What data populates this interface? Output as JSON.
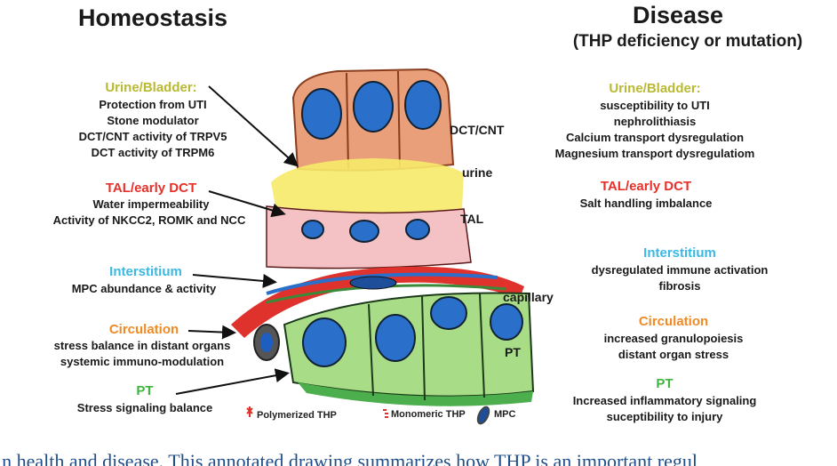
{
  "homeostasis": {
    "title": "Homeostasis",
    "sections": [
      {
        "header": "Urine/Bladder:",
        "color": "#b9b933",
        "lines": [
          "Protection from UTI",
          "Stone modulator",
          "DCT/CNT activity of TRPV5",
          "DCT activity of TRPM6"
        ]
      },
      {
        "header": "TAL/early DCT",
        "color": "#e8302a",
        "lines": [
          "Water impermeability",
          "Activity of NKCC2, ROMK and NCC"
        ]
      },
      {
        "header": "Interstitium",
        "color": "#3ab8e2",
        "lines": [
          "MPC abundance & activity"
        ]
      },
      {
        "header": "Circulation",
        "color": "#f08a24",
        "lines": [
          "stress balance in distant organs",
          "systemic immuno-modulation"
        ]
      },
      {
        "header": "PT",
        "color": "#3fb43f",
        "lines": [
          "Stress signaling balance"
        ]
      }
    ]
  },
  "disease": {
    "title": "Disease",
    "subtitle": "(THP deficiency or mutation)",
    "sections": [
      {
        "header": "Urine/Bladder:",
        "color": "#b9b933",
        "lines": [
          "susceptibility to UTI",
          "nephrolithiasis",
          "Calcium transport dysregulation",
          "Magnesium transport dysregulatiom"
        ]
      },
      {
        "header": "TAL/early DCT",
        "color": "#e8302a",
        "lines": [
          "Salt handling imbalance"
        ]
      },
      {
        "header": "Interstitium",
        "color": "#3ab8e2",
        "lines": [
          "dysregulated immune activation",
          "fibrosis"
        ]
      },
      {
        "header": "Circulation",
        "color": "#f08a24",
        "lines": [
          "increased granulopoiesis",
          "distant organ stress"
        ]
      },
      {
        "header": "PT",
        "color": "#3fb43f",
        "lines": [
          "Increased inflammatory signaling",
          "suceptibility to injury"
        ]
      }
    ]
  },
  "drawing_labels": {
    "dct_cnt": "DCT/CNT",
    "urine": "urine",
    "tal": "TAL",
    "capillary": "capillary",
    "pt": "PT"
  },
  "legend": {
    "polymerized": "Polymerized THP",
    "monomeric": "Monomeric THP",
    "mpc": "MPC"
  },
  "caption": "in health and disease. This annotated drawing summarizes how THP is an important regul"
}
